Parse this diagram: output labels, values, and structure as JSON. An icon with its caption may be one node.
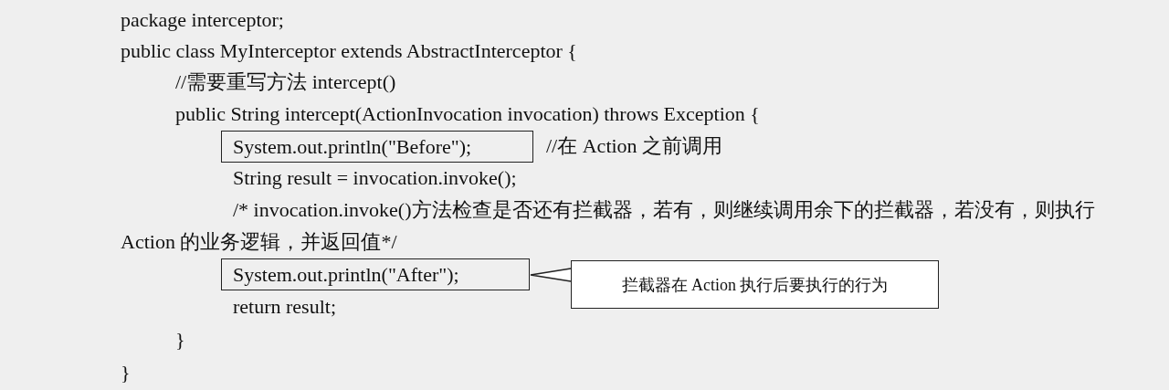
{
  "diagram": {
    "nodes": [
      {
        "text": [
          "System.out.println(\"Before\");"
        ]
      },
      {
        "text": [
          "System.out.println(\"After\");"
        ]
      },
      {
        "text": [
          "拦截器在 Action 执行后要执行的行为"
        ]
      }
    ],
    "edges": [
      {
        "from": 2,
        "to": 1,
        "arrow": "none"
      }
    ],
    "labels": [
      "package interceptor;",
      "public class MyInterceptor extends AbstractInterceptor {",
      "//需要重写方法 intercept()",
      "public String intercept(ActionInvocation invocation) throws Exception {",
      "//在 Action 之前调用",
      "String result = invocation.invoke();",
      "/* invocation.invoke()方法检查是否还有拦截器，若有，则继续调用余下的拦截器，若没有，则执行 Action 的业务逻辑，并返回值*/",
      "return result;",
      "}",
      "}"
    ]
  }
}
